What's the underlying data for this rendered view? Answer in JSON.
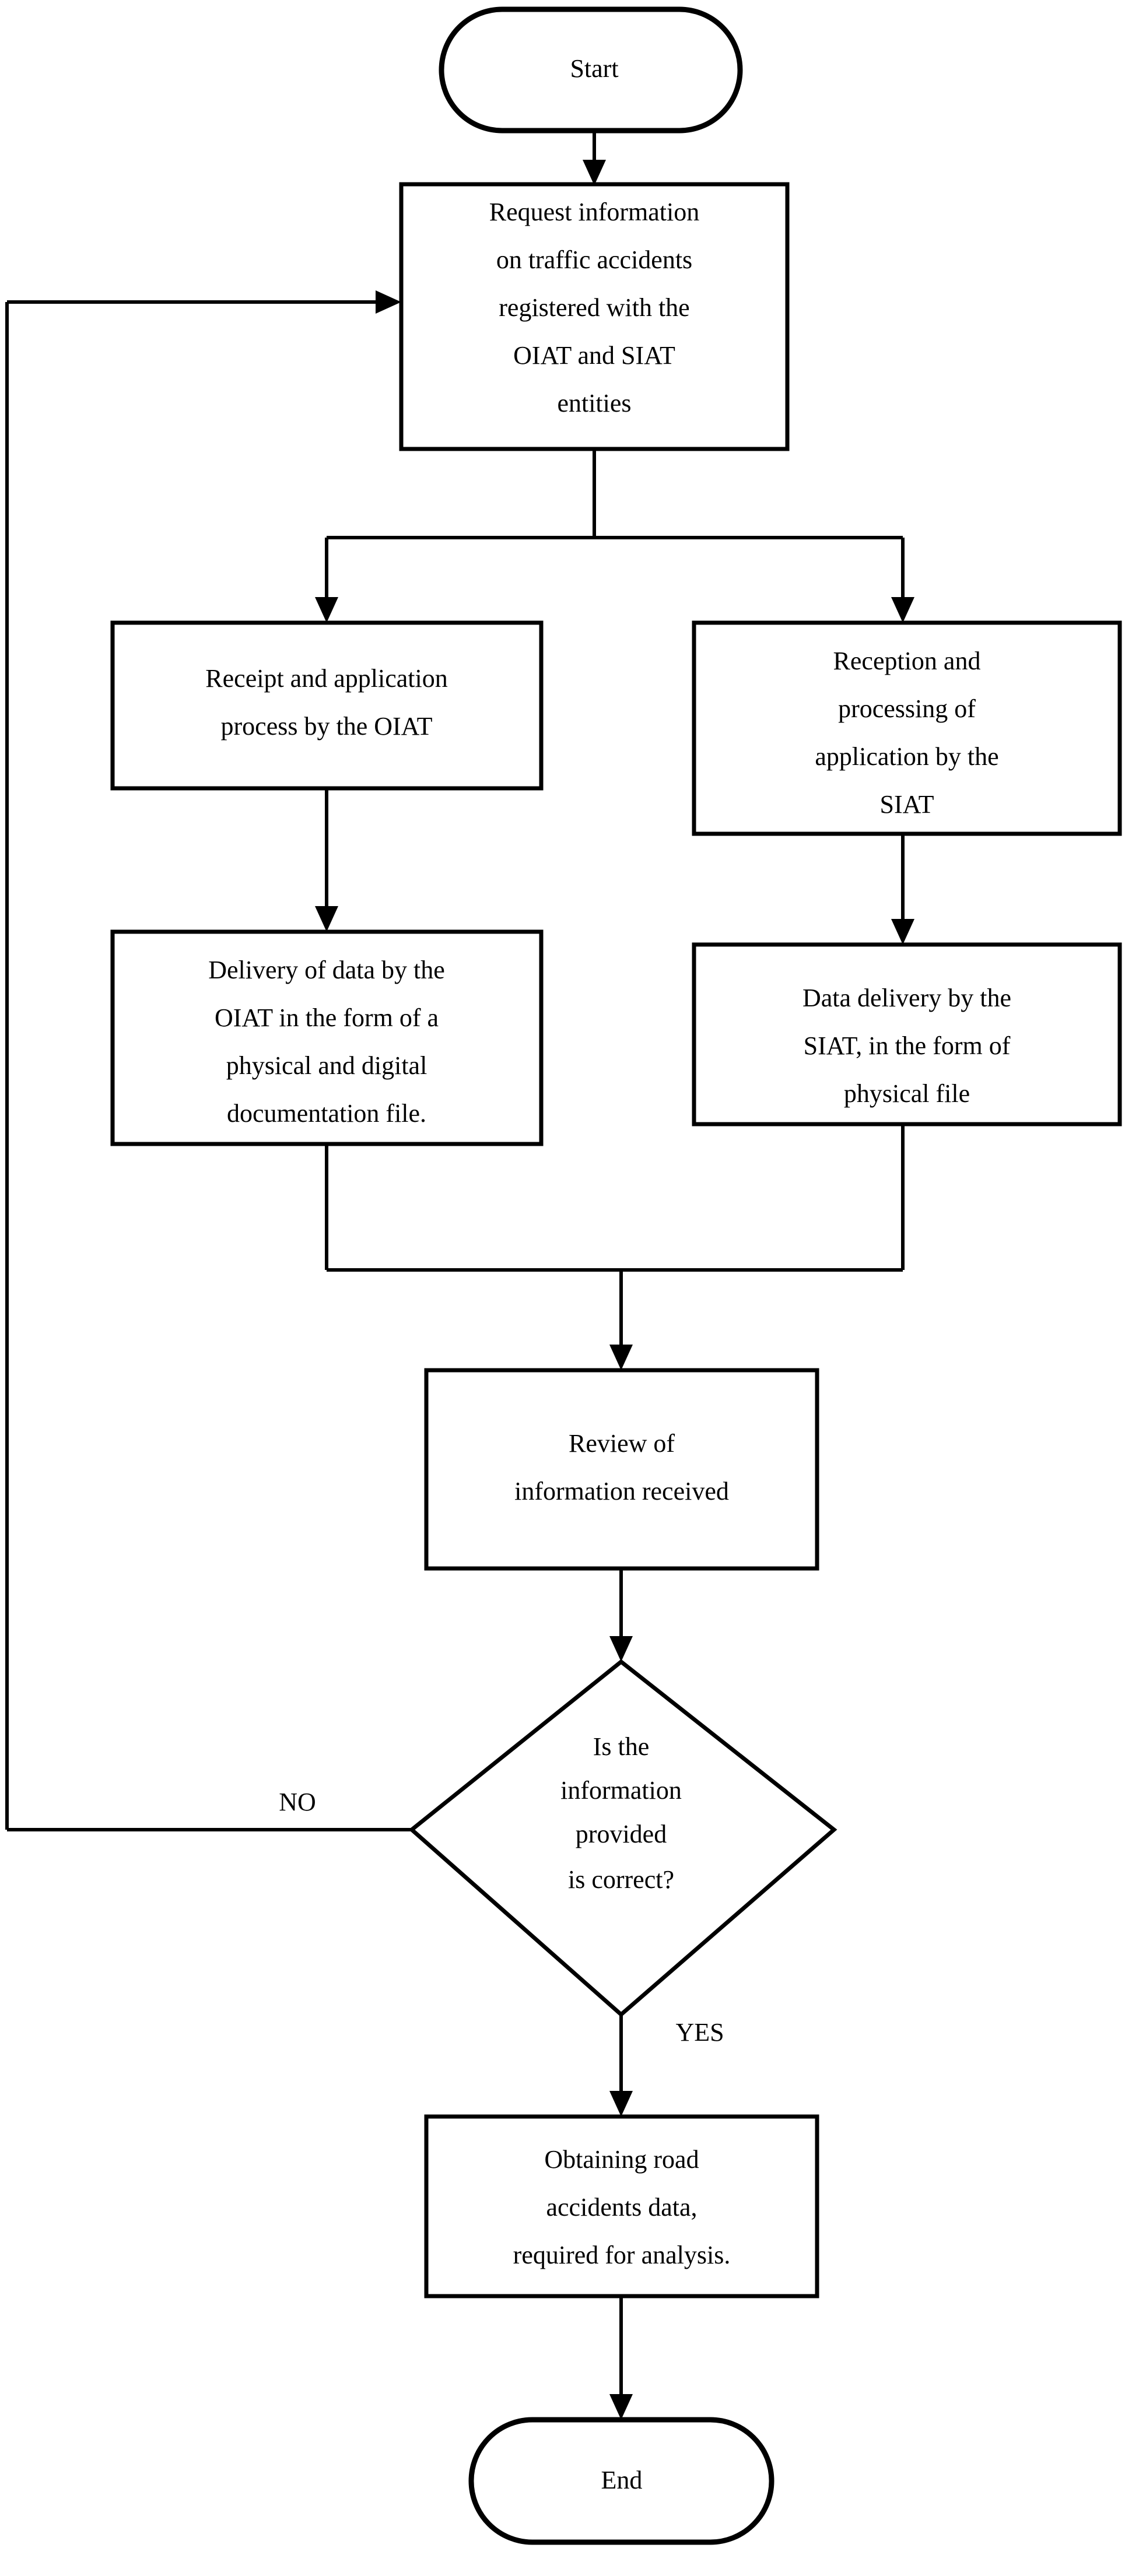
{
  "diagram": {
    "type": "flowchart",
    "orientation": "top-to-bottom",
    "background_color": "#ffffff",
    "line_color": "#000000",
    "text_color": "#000000"
  },
  "nodes": {
    "start": {
      "shape": "terminal",
      "label": "Start",
      "lines": [
        "Start"
      ]
    },
    "request": {
      "shape": "process",
      "label": "Request information on traffic accidents registered with the OIAT and SIAT entities",
      "lines": [
        "Request information",
        "on traffic accidents",
        "registered with the",
        "OIAT and SIAT",
        "entities"
      ]
    },
    "oiat_receipt": {
      "shape": "process",
      "label": "Receipt and application process by the OIAT",
      "lines": [
        "Receipt and application",
        "process by the OIAT"
      ]
    },
    "siat_reception": {
      "shape": "process",
      "label": "Reception and processing of application by the SIAT",
      "lines": [
        "Reception and",
        "processing of",
        "application by the",
        "SIAT"
      ]
    },
    "oiat_delivery": {
      "shape": "process",
      "label": "Delivery of data by the OIAT in the form of a physical and digital documentation file.",
      "lines": [
        "Delivery of data by the",
        "OIAT in the form of a",
        "physical and digital",
        "documentation file."
      ]
    },
    "siat_delivery": {
      "shape": "process",
      "label": "Data delivery by the SIAT, in the form of physical file",
      "lines": [
        "Data delivery by the",
        "SIAT, in the form of",
        "physical file"
      ]
    },
    "review": {
      "shape": "process",
      "label": "Review of information received",
      "lines": [
        "Review of",
        "information received"
      ]
    },
    "decision": {
      "shape": "decision",
      "label": "Is the information provided is correct?",
      "lines": [
        "Is the",
        "information",
        "provided",
        "is correct?"
      ]
    },
    "obtain": {
      "shape": "process",
      "label": "Obtaining road accidents data, required for analysis.",
      "lines": [
        "Obtaining road",
        "accidents data,",
        "required for analysis."
      ]
    },
    "end": {
      "shape": "terminal",
      "label": "End",
      "lines": [
        "End"
      ]
    }
  },
  "edges": {
    "start_to_request": {
      "label": ""
    },
    "request_split_left": {
      "label": ""
    },
    "request_split_right": {
      "label": ""
    },
    "oiat_receipt_to_delivery": {
      "label": ""
    },
    "siat_reception_to_delivery": {
      "label": ""
    },
    "merge_to_review": {
      "label": ""
    },
    "review_to_decision": {
      "label": ""
    },
    "decision_no": {
      "label": "NO"
    },
    "decision_yes": {
      "label": "YES"
    },
    "obtain_to_end": {
      "label": ""
    }
  }
}
